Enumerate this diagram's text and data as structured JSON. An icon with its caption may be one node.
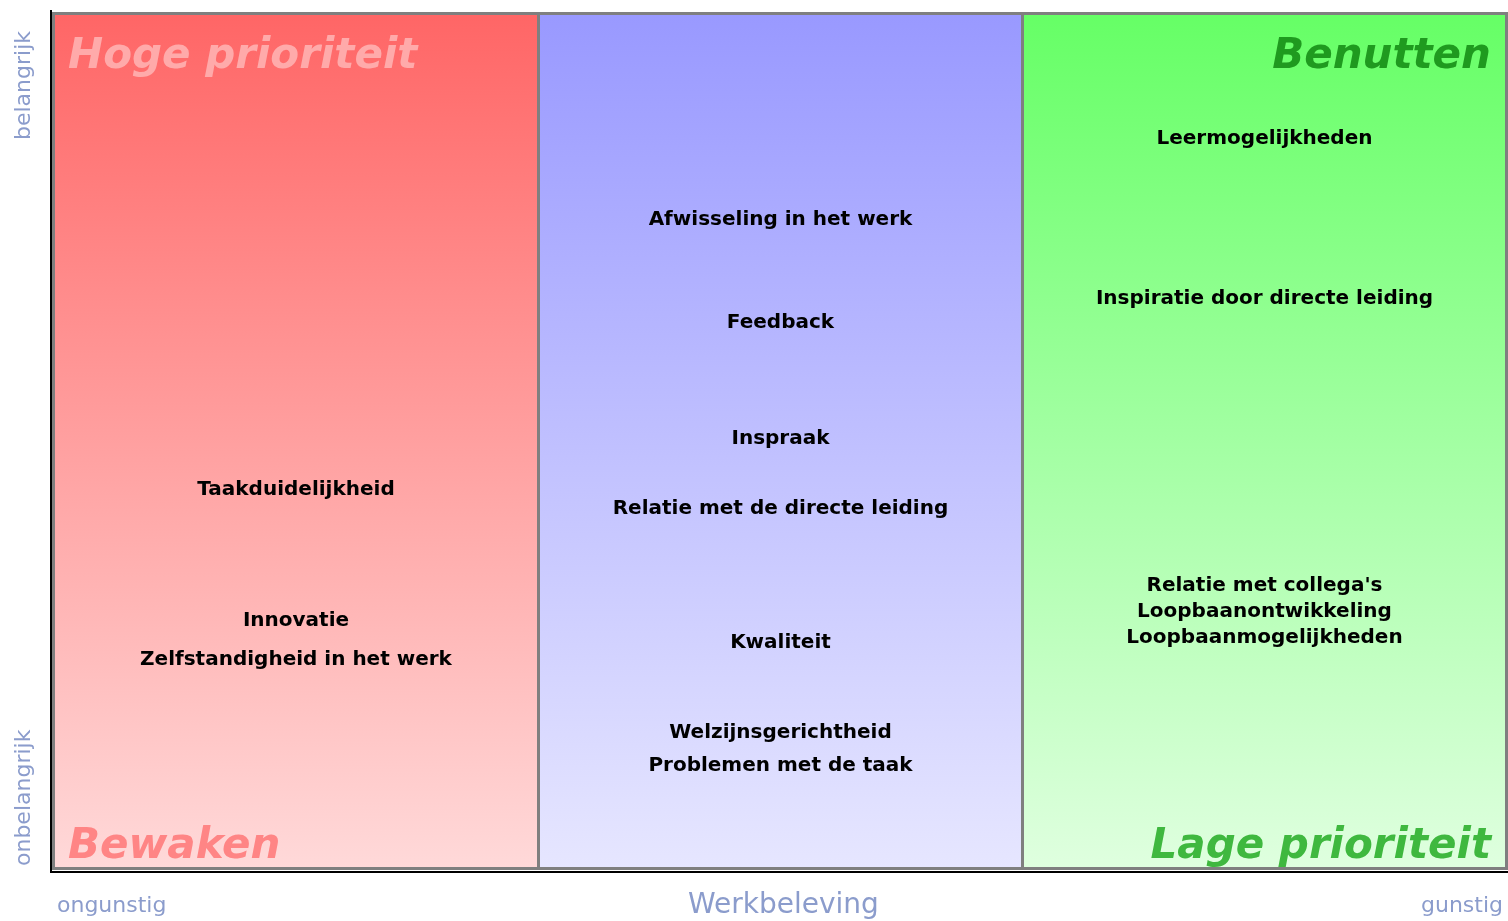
{
  "diagram": {
    "nodes": [
      {
        "text": [
          "Hoge prioriteit",
          "Taakduidelijkheid",
          "Innovatie",
          "Zelfstandigheid in het werk",
          "Bewaken"
        ]
      },
      {
        "text": [
          "Afwisseling in het werk",
          "Feedback",
          "Inspraak",
          "Relatie met de directe leiding",
          "Kwaliteit",
          "Welzijnsgerichtheid",
          "Problemen met de taak"
        ]
      },
      {
        "text": [
          "Benutten",
          "Leermogelijkheden",
          "Inspiratie door directe leiding",
          "Relatie met collega's",
          "Loopbaanontwikkeling",
          "Loopbaanmogelijkheden",
          "Lage prioriteit"
        ]
      }
    ],
    "labels": [
      "belangrijk",
      "onbelangrijk",
      "ongunstig",
      "Werkbeleving",
      "gunstig"
    ]
  }
}
